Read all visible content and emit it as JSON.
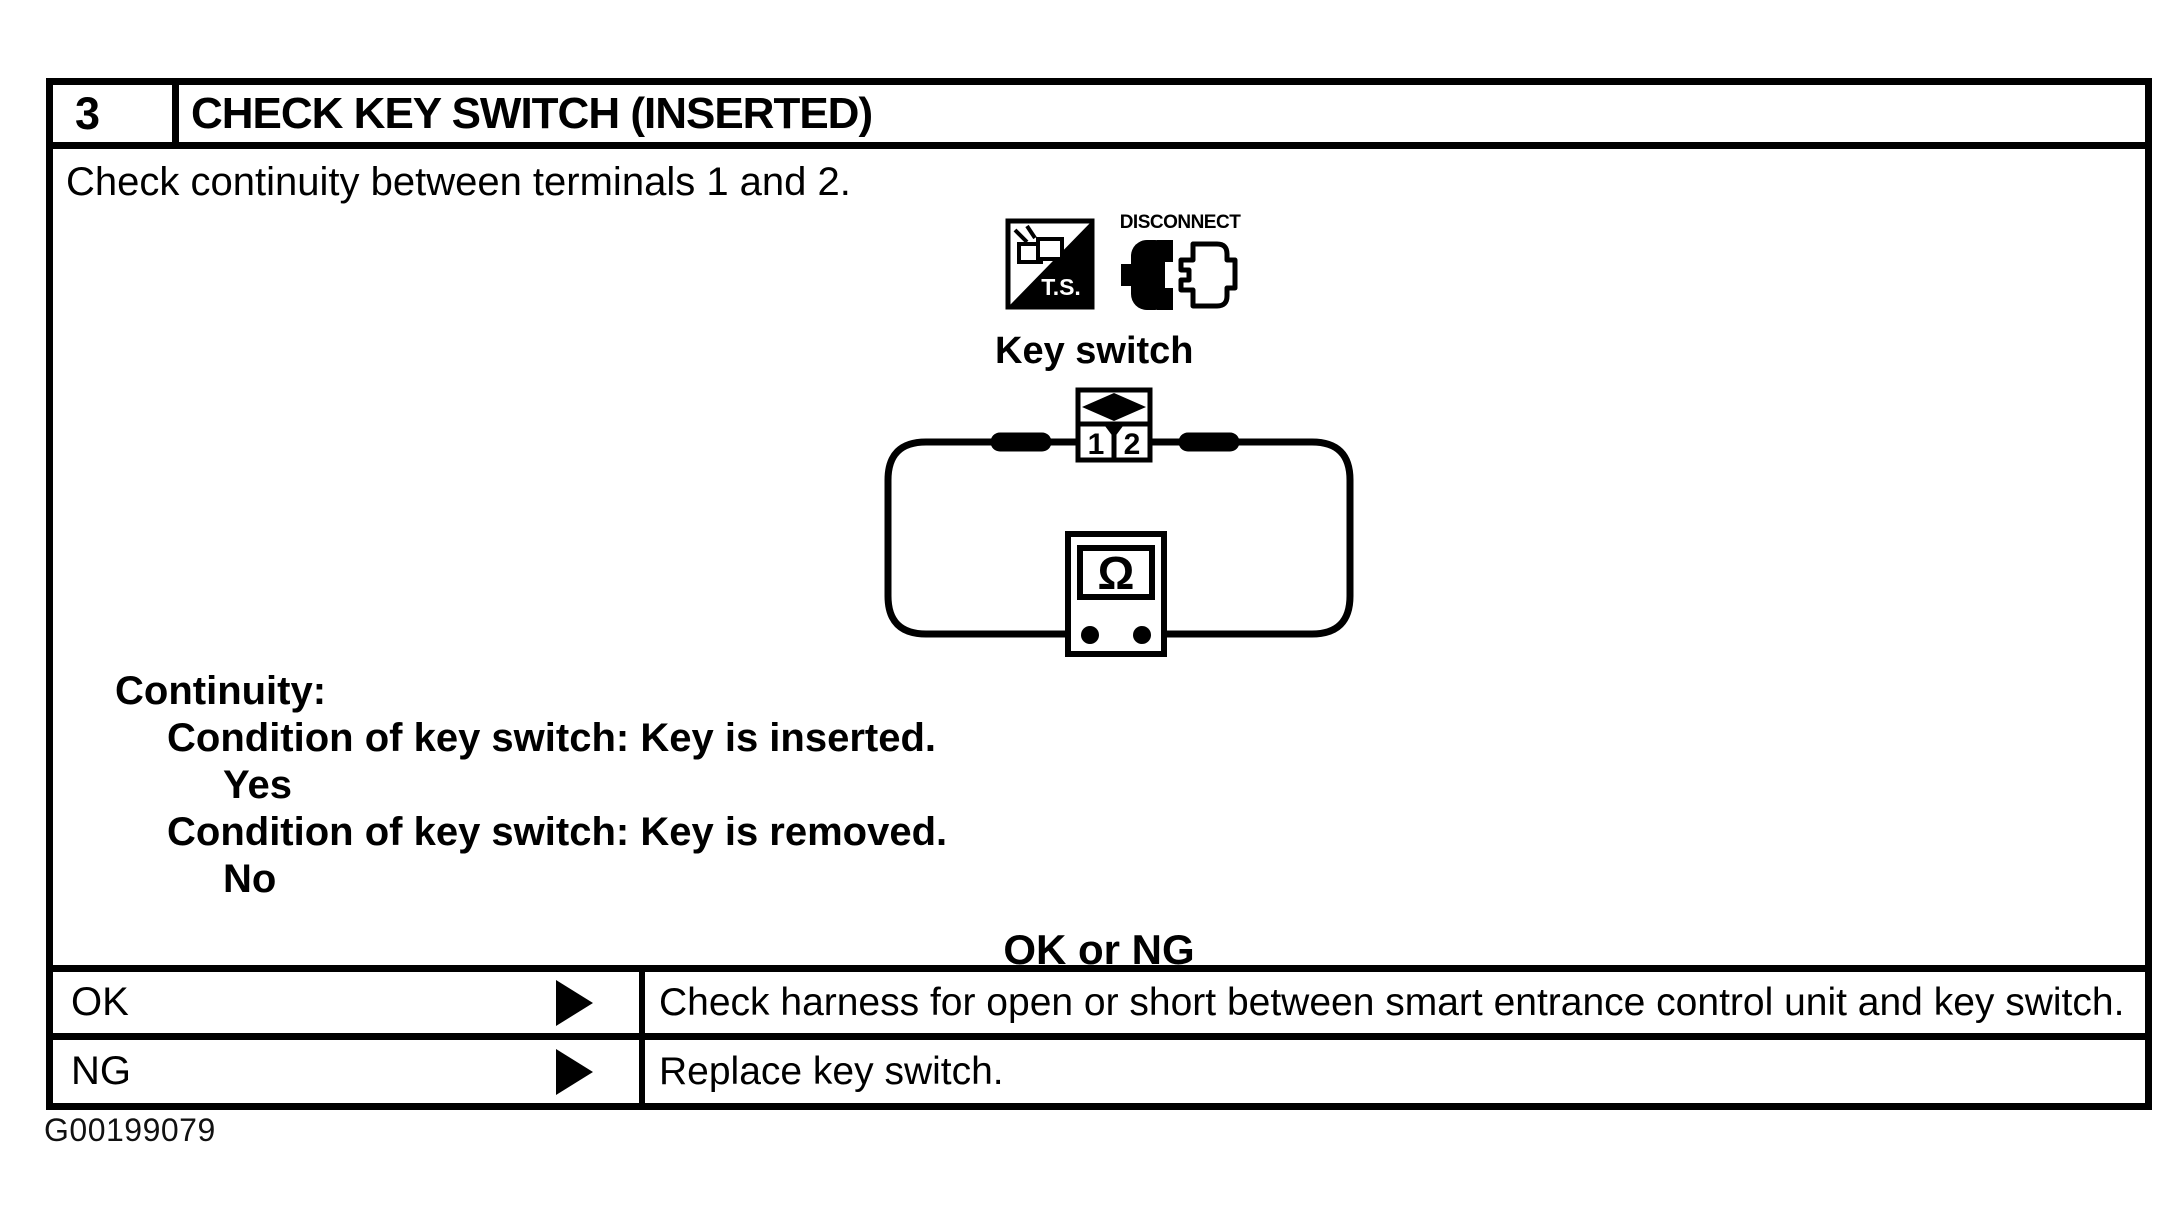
{
  "doc": {
    "step_number": "3",
    "title": "CHECK KEY SWITCH (INSERTED)",
    "instruction": "Check continuity between terminals 1 and 2.",
    "figure_code": "G00199079"
  },
  "icons": {
    "ts_label": "T.S.",
    "disconnect_label": "DISCONNECT"
  },
  "diagram": {
    "label": "Key switch",
    "terminal_1": "1",
    "terminal_2": "2",
    "meter_symbol": "Ω"
  },
  "conditions": {
    "heading": "Continuity:",
    "items": [
      {
        "condition": "Condition of key switch: Key is inserted.",
        "result": "Yes"
      },
      {
        "condition": "Condition of key switch: Key is removed.",
        "result": "No"
      }
    ]
  },
  "decision": {
    "prompt": "OK or NG",
    "rows": [
      {
        "label": "OK",
        "action": "Check harness for open or short between smart entrance control unit and key switch."
      },
      {
        "label": "NG",
        "action": "Replace key switch."
      }
    ]
  }
}
